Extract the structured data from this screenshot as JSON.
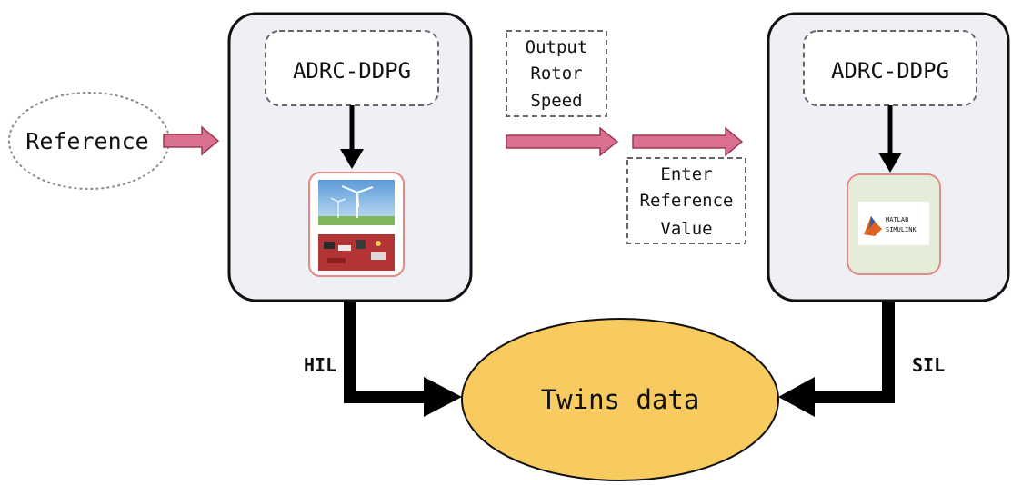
{
  "diagram": {
    "reference_label": "Reference",
    "left_block": {
      "controller_label": "ADRC-DDPG"
    },
    "right_block": {
      "controller_label": "ADRC-DDPG",
      "logo_text_line1": "MATLAB",
      "logo_text_line2": "SIMULINK"
    },
    "output_note": [
      "Output",
      "Rotor",
      "Speed"
    ],
    "enter_note": [
      "Enter",
      "Reference",
      "Value"
    ],
    "hil_label": "HIL",
    "sil_label": "SIL",
    "twins_label": "Twins data",
    "colors": {
      "arrow_pink": "#D9708F",
      "arrow_pink_edge": "#9B3A57",
      "block_fill": "#EEF0F6",
      "twins_fill": "#F7CB5F",
      "device_border": "#E58A86",
      "logo_bg": "#E3EDD9"
    }
  }
}
